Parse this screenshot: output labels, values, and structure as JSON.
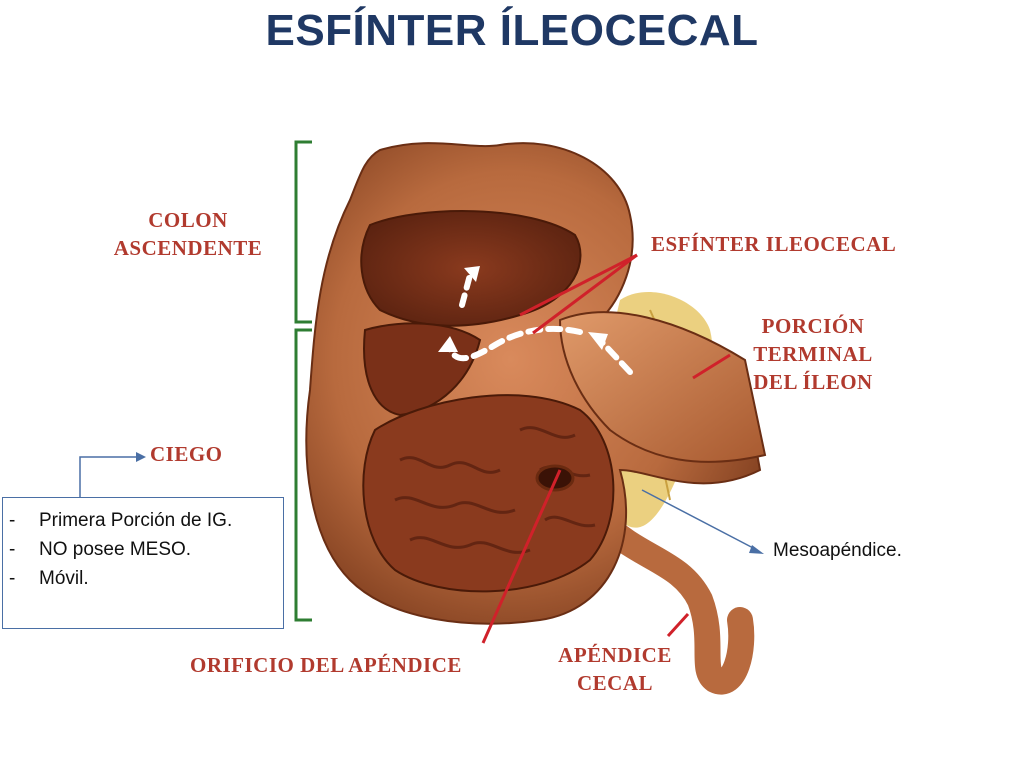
{
  "title": "ESFÍNTER ÍLEOCECAL",
  "labels": {
    "colon_line1": "COLON",
    "colon_line2": "ASCENDENTE",
    "ciego": "CIEGO",
    "esfinter": "ESFÍNTER ILEOCECAL",
    "porcion_line1": "PORCIÓN",
    "porcion_line2": "TERMINAL",
    "porcion_line3": "DEL ÍLEON",
    "orificio": "ORIFICIO DEL APÉNDICE",
    "apendice_line1": "APÉNDICE",
    "apendice_line2": "CECAL"
  },
  "info_box": {
    "items": [
      {
        "bullet": "-",
        "text": "Primera Porción de IG."
      },
      {
        "bullet": "-",
        "text": "NO posee MESO."
      },
      {
        "bullet": "-",
        "text": "Móvil."
      }
    ]
  },
  "mesoapendice": "Mesoapéndice.",
  "colors": {
    "title": "#1f3864",
    "label_text": "#b13a2e",
    "bracket": "#2e7d32",
    "pointer": "#d0212a",
    "connector": "#4a6fa5",
    "tissue": "#a0522d"
  }
}
